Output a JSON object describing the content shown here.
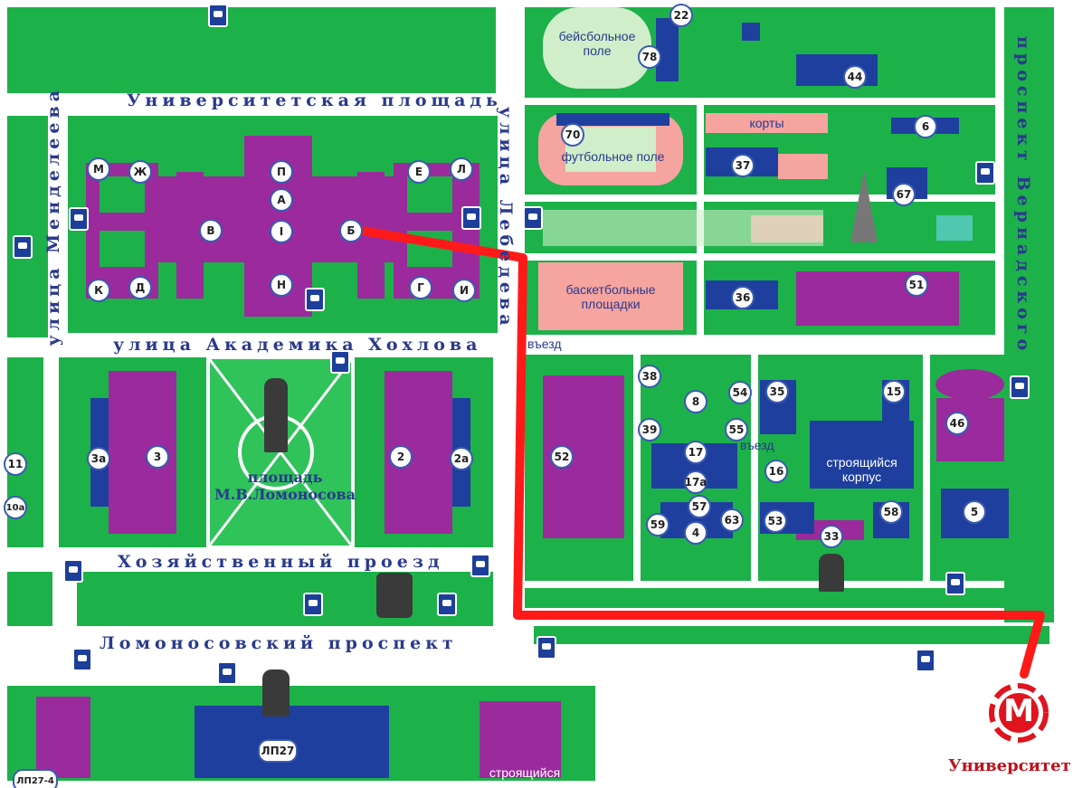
{
  "streets": {
    "universitetskaya_square": "Университетская площадь",
    "mendeleeva": "улица Менделеева",
    "lebedeva": "улица Лебедева",
    "akademika_khokhlova": "улица Академика Хохлова",
    "khozyaystvenny_proezd": "Хозяйственный проезд",
    "lomonosovsky": "Ломоносовский проспект",
    "vernadskogo": "проспект Вернадского",
    "lomonosov_square_line1": "площадь",
    "lomonosov_square_line2": "М.В.Ломоносова"
  },
  "areas": {
    "baseball": [
      "бейсбольное",
      "поле"
    ],
    "football": "футбольное поле",
    "courts": "корты",
    "basketball": [
      "баскетбольные",
      "площадки"
    ],
    "construction": [
      "строящийся",
      "корпус"
    ],
    "construction_bottom": "строящийся",
    "entry1": "въезд",
    "entry2": "въезд"
  },
  "main_building_letters": [
    "П",
    "А",
    "I",
    "Н",
    "В",
    "Б",
    "Ж",
    "М",
    "К",
    "Д",
    "Е",
    "Л",
    "Г",
    "И"
  ],
  "building_numbers": [
    "22",
    "78",
    "44",
    "70",
    "37",
    "6",
    "67",
    "36",
    "51",
    "38",
    "8",
    "54",
    "35",
    "15",
    "39",
    "55",
    "46",
    "17",
    "17а",
    "16",
    "52",
    "57",
    "59",
    "4",
    "63",
    "53",
    "33",
    "58",
    "5",
    "3",
    "3а",
    "2",
    "2а",
    "11",
    "10а",
    "ЛП27",
    "ЛП27-4"
  ],
  "metro": {
    "letter": "М",
    "name": "Университет"
  },
  "colors": {
    "park": "#1db14a",
    "road": "#ffffff",
    "building_purple": "#9b2a9c",
    "building_blue": "#1f3f9f",
    "sports_pink": "#f5a4a0",
    "route": "#ff1a1a",
    "metro": "#e0141e"
  }
}
